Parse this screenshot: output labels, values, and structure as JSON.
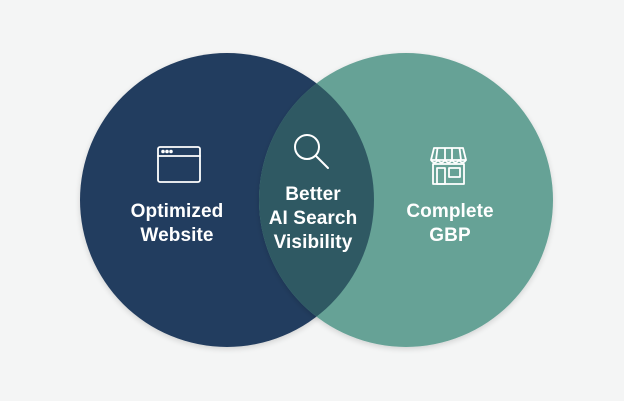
{
  "diagram": {
    "type": "venn",
    "colors": {
      "background": "#f4f5f5",
      "left_circle": "#243d5f",
      "right_circle": "#66a296",
      "overlap": "#2f5963",
      "icon_stroke": "#ffffff",
      "text": "#ffffff"
    },
    "left": {
      "icon": "browser-window-icon",
      "label_lines": [
        "Optimized",
        "Website"
      ]
    },
    "center": {
      "icon": "magnifier-icon",
      "label_lines": [
        "Better",
        "AI Search",
        "Visibility"
      ]
    },
    "right": {
      "icon": "storefront-icon",
      "label_lines": [
        "Complete",
        "GBP"
      ]
    }
  }
}
